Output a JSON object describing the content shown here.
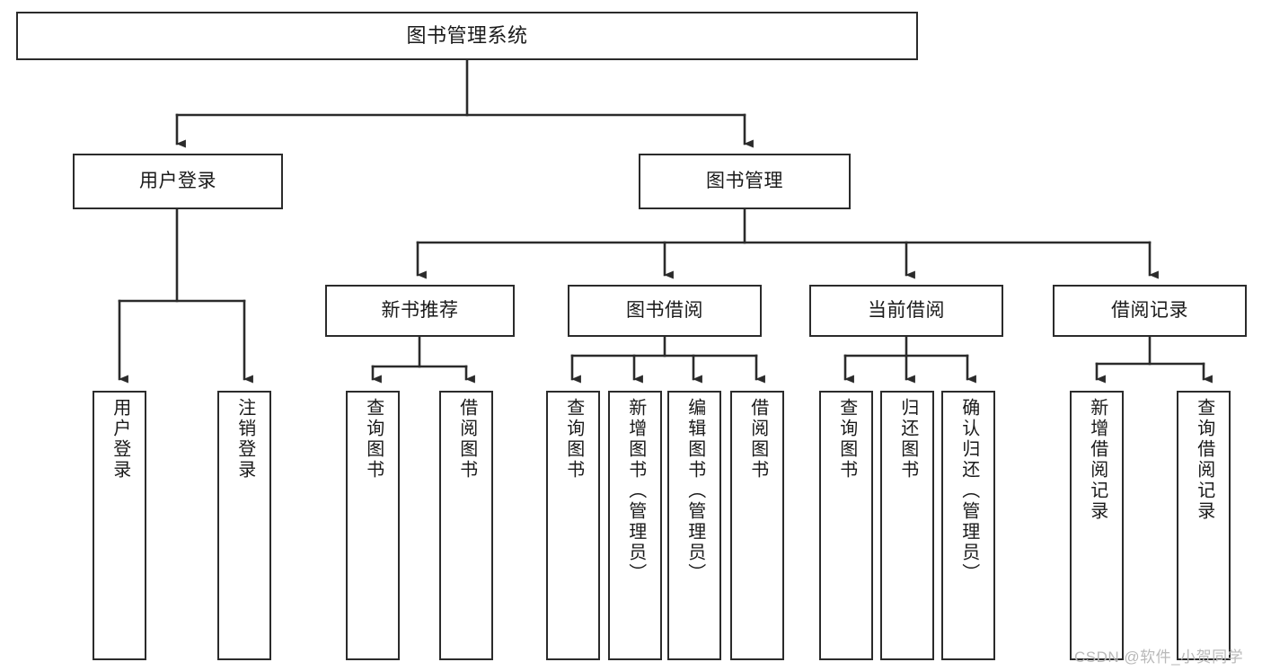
{
  "diagram": {
    "title": "图书管理系统",
    "watermark": "CSDN @软件_小贺同学",
    "colors": {
      "stroke": "#2b2b2b",
      "fill": "#ffffff",
      "text": "#1a1a1a",
      "watermark": "#b9b9b9"
    },
    "levels": {
      "root": {
        "label": "图书管理系统"
      },
      "level2": [
        {
          "id": "user-login",
          "label": "用户登录"
        },
        {
          "id": "book-manage",
          "label": "图书管理"
        }
      ],
      "level3": [
        {
          "id": "new-book-recommend",
          "label": "新书推荐"
        },
        {
          "id": "book-borrow",
          "label": "图书借阅"
        },
        {
          "id": "current-borrow",
          "label": "当前借阅"
        },
        {
          "id": "borrow-record",
          "label": "借阅记录"
        }
      ],
      "leaves": [
        {
          "id": "leaf-user-login",
          "label": "用户登录",
          "parent": "user-login"
        },
        {
          "id": "leaf-logout",
          "label": "注销登录",
          "parent": "user-login"
        },
        {
          "id": "leaf-query-book-1",
          "label": "查询图书",
          "parent": "new-book-recommend"
        },
        {
          "id": "leaf-borrow-book-1",
          "label": "借阅图书",
          "parent": "new-book-recommend"
        },
        {
          "id": "leaf-query-book-2",
          "label": "查询图书",
          "parent": "book-borrow"
        },
        {
          "id": "leaf-add-book",
          "label": "新增图书（管理员）",
          "parent": "book-borrow"
        },
        {
          "id": "leaf-edit-book",
          "label": "编辑图书（管理员）",
          "parent": "book-borrow"
        },
        {
          "id": "leaf-borrow-book-2",
          "label": "借阅图书",
          "parent": "book-borrow"
        },
        {
          "id": "leaf-query-book-3",
          "label": "查询图书",
          "parent": "current-borrow"
        },
        {
          "id": "leaf-return-book",
          "label": "归还图书",
          "parent": "current-borrow"
        },
        {
          "id": "leaf-confirm-return",
          "label": "确认归还（管理员）",
          "parent": "current-borrow"
        },
        {
          "id": "leaf-add-record",
          "label": "新增借阅记录",
          "parent": "borrow-record"
        },
        {
          "id": "leaf-query-record",
          "label": "查询借阅记录",
          "parent": "borrow-record"
        }
      ]
    }
  }
}
